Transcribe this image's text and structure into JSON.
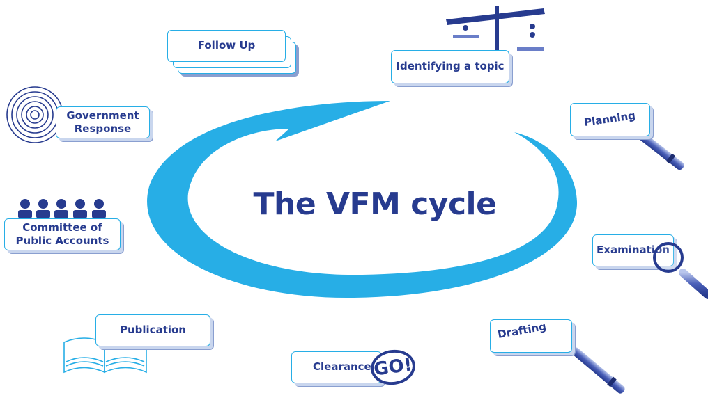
{
  "diagram": {
    "title": "The VFM cycle",
    "stages": {
      "identifying": "Identifying a topic",
      "planning": "Planning",
      "examination": "Examination",
      "drafting": "Drafting",
      "clearance": "Clearance",
      "publication": "Publication",
      "committee_line1": "Committee of",
      "committee_line2": "Public Accounts",
      "government_line1": "Government",
      "government_line2": "Response",
      "follow_up": "Follow Up"
    },
    "go_label": "GO!",
    "colors": {
      "accent_blue": "#27aee6",
      "navy": "#273b8f",
      "shadow": "#8a9fd0"
    },
    "icons": [
      "scales-icon",
      "pen-icon",
      "magnifier-icon",
      "target-rings-icon",
      "people-icon",
      "open-book-icon",
      "go-badge-icon"
    ]
  }
}
